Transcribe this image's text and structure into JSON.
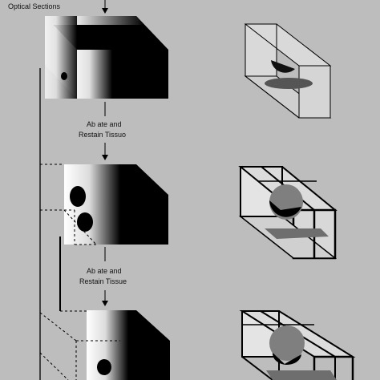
{
  "labels": {
    "top": "Optical Sections",
    "step1_line1": "Ab ate and",
    "step1_line2": "Restain Tissuo",
    "step2_line1": "Ab ate and",
    "step2_line2": "Restain Tissue"
  },
  "colors": {
    "background": "#bdbdbd",
    "cube_dark": "#000000",
    "cube_light": "#ffffff",
    "lines": "#000000",
    "box_fill": "#d9d9d9",
    "shadow": "#6e6e6e",
    "sphere_gray": "#8a8a8a"
  }
}
